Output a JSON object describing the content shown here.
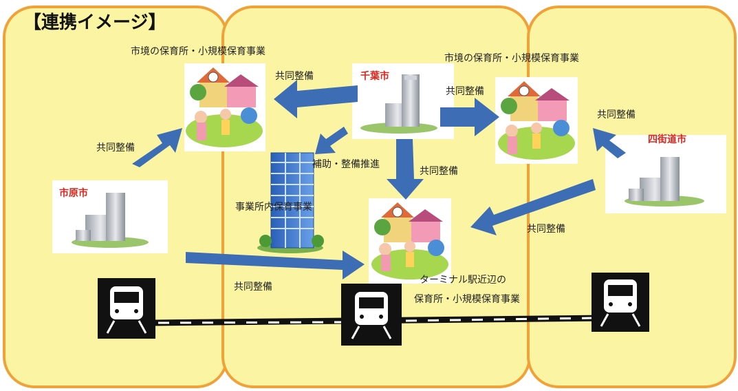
{
  "title": "【連携イメージ】",
  "labels": {
    "nursery_left": "市境の保育所・小規模保育事業",
    "nursery_right": "市境の保育所・小規模保育事業",
    "chiba": "千葉市",
    "ichihara": "市原市",
    "yotsukaido": "四街道市",
    "joint_1": "共同整備",
    "joint_2": "共同整備",
    "joint_3": "共同整備",
    "joint_4": "共同整備",
    "joint_5": "共同整備",
    "joint_6": "共同整備",
    "support": "補助・整備推進",
    "workplace": "事業所内保育事業",
    "terminal_1": "ターミナル駅近辺の",
    "terminal_2": "保育所・小規模保育事業"
  },
  "colors": {
    "region_fill": "#fbf5a3",
    "region_border": "#f0a238",
    "arrow": "#3d6db5",
    "city_text": "#d8281e",
    "train_icon": "#111111"
  },
  "icons": [
    "train-icon",
    "building-icon",
    "office-tower-icon",
    "nursery-icon"
  ]
}
